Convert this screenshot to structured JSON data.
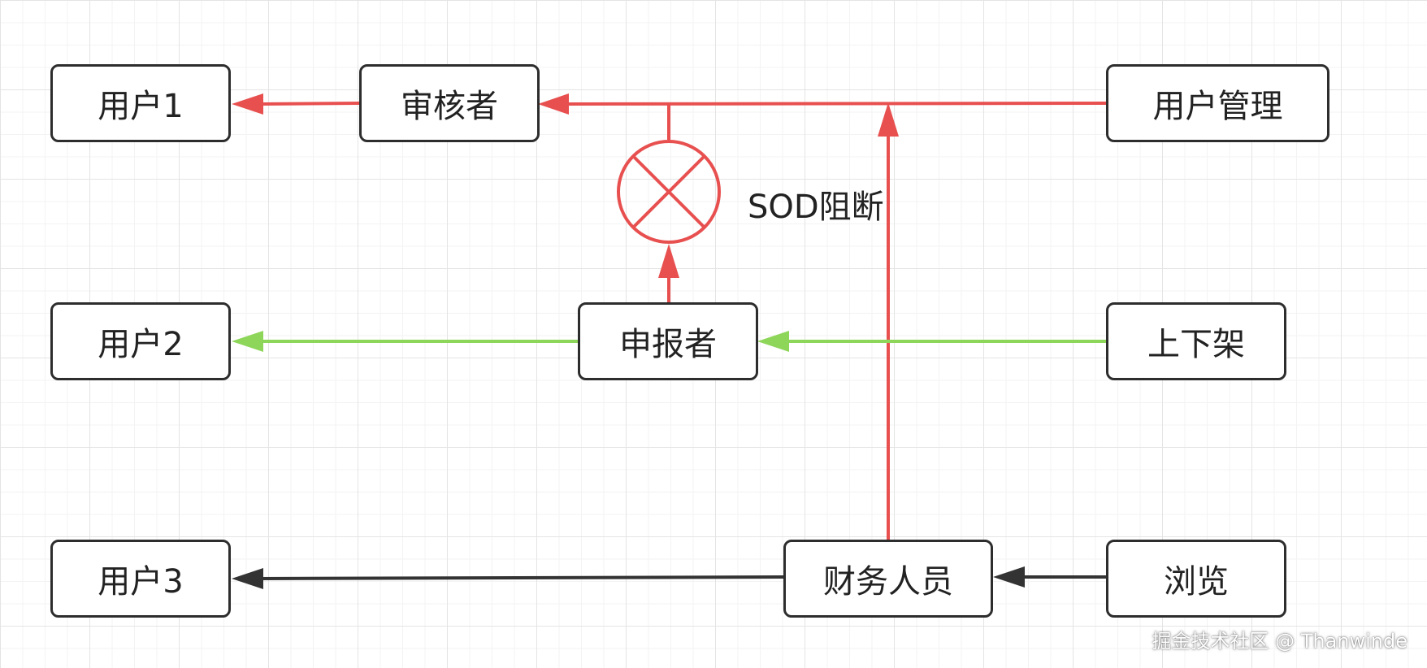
{
  "colors": {
    "red": "#e85050",
    "green": "#8ed65a",
    "dark": "#333333"
  },
  "nodes": {
    "user1": "用户1",
    "user2": "用户2",
    "user3": "用户3",
    "auditor": "审核者",
    "reporter": "申报者",
    "finance": "财务人员",
    "user_mgmt": "用户管理",
    "shelf": "上下架",
    "browse": "浏览"
  },
  "sod_label": "SOD阻断",
  "watermark": "掘金技术社区 @ Thanwinde"
}
